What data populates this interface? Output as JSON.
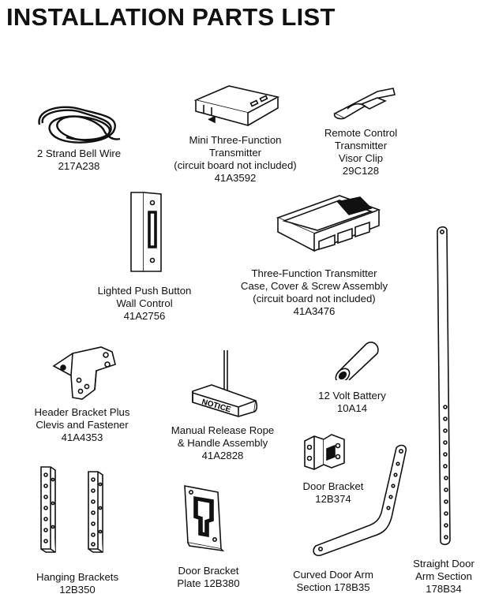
{
  "title": "INSTALLATION PARTS LIST",
  "parts": {
    "bell_wire": {
      "name": "2 Strand Bell Wire",
      "part_no": "217A238"
    },
    "mini_transmitter": {
      "name_line1": "Mini Three-Function",
      "name_line2": "Transmitter",
      "note": "(circuit board not included)",
      "part_no": "41A3592"
    },
    "visor_clip": {
      "name_line1": "Remote Control",
      "name_line2": "Transmitter",
      "name_line3": "Visor Clip",
      "part_no": "29C128"
    },
    "push_button": {
      "name_line1": "Lighted Push Button",
      "name_line2": "Wall Control",
      "part_no": "41A2756"
    },
    "transmitter_case": {
      "name_line1": "Three-Function Transmitter",
      "name_line2": "Case, Cover & Screw Assembly",
      "note": "(circuit board not included)",
      "part_no": "41A3476"
    },
    "header_bracket": {
      "name_line1": "Header Bracket Plus",
      "name_line2": "Clevis and Fastener",
      "part_no": "41A4353"
    },
    "release_rope": {
      "name_line1": "Manual Release Rope",
      "name_line2": "& Handle Assembly",
      "part_no": "41A2828",
      "handle_text": "NOTICE"
    },
    "battery": {
      "name": "12 Volt Battery",
      "part_no": "10A14"
    },
    "door_bracket": {
      "name": "Door Bracket",
      "part_no": "12B374"
    },
    "hanging_brackets": {
      "name": "Hanging Brackets",
      "part_no": "12B350"
    },
    "door_bracket_plate": {
      "name_line1": "Door Bracket",
      "name_line2": "Plate 12B380"
    },
    "curved_arm": {
      "name_line1": "Curved Door Arm",
      "name_line2": "Section 178B35"
    },
    "straight_arm": {
      "name_line1": "Straight Door",
      "name_line2": "Arm Section",
      "part_no": "178B34"
    }
  }
}
